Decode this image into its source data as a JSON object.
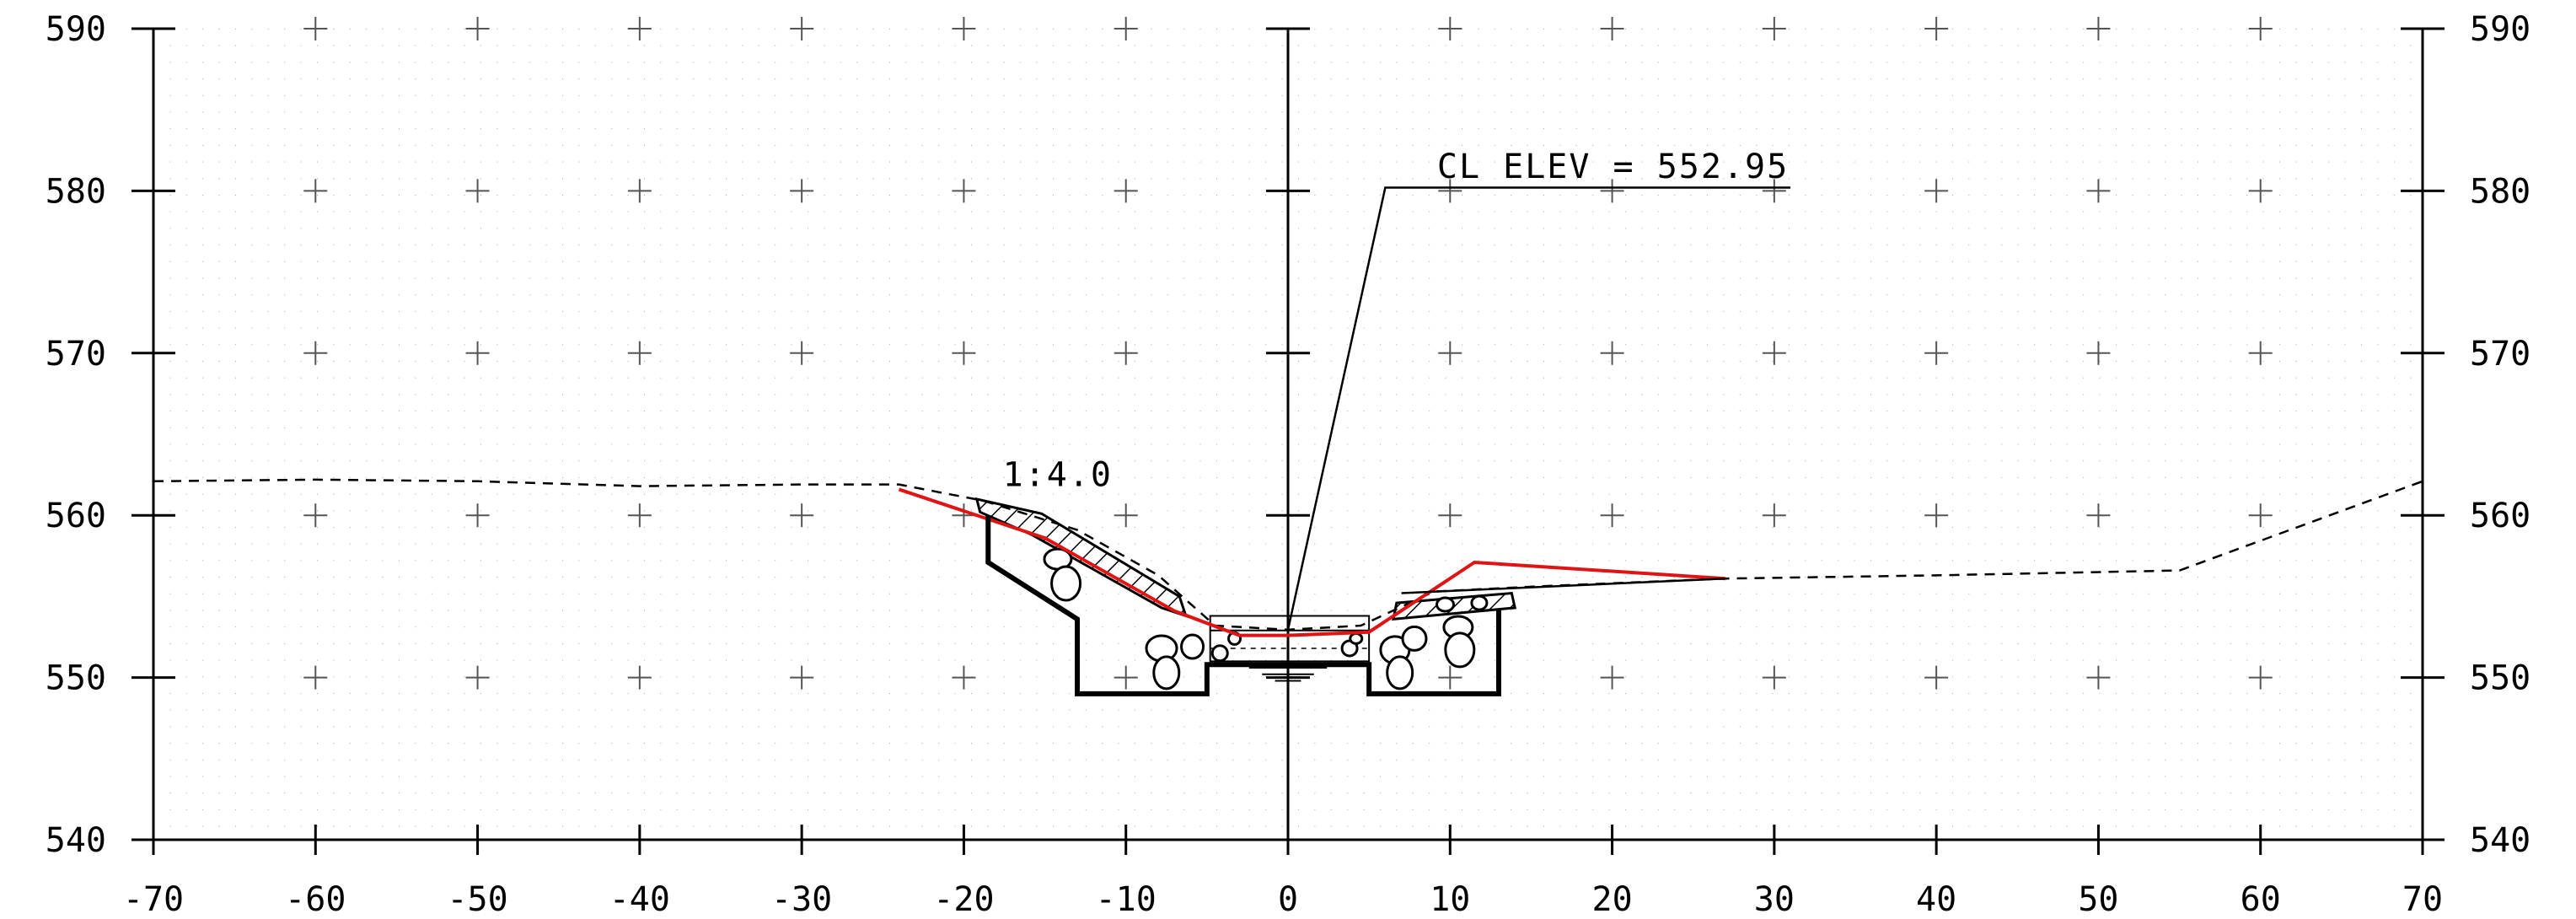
{
  "chart_data": {
    "type": "line",
    "title": "",
    "xlabel": "",
    "ylabel": "",
    "xlim": [
      -70,
      70
    ],
    "ylim": [
      540,
      590
    ],
    "x_ticks": [
      -70,
      -60,
      -50,
      -40,
      -30,
      -20,
      -10,
      0,
      10,
      20,
      30,
      40,
      50,
      60,
      70
    ],
    "x_tick_labels": [
      "-70",
      "-60",
      "-50",
      "-40",
      "-30",
      "-20",
      "-10",
      "0",
      "10",
      "20",
      "30",
      "40",
      "50",
      "60",
      "70"
    ],
    "y_ticks": [
      540,
      550,
      560,
      570,
      580,
      590
    ],
    "y_tick_labels": [
      "540",
      "550",
      "560",
      "570",
      "580",
      "590"
    ],
    "grid": "dotted with cross markers",
    "colors": {
      "proposed": "#e01414",
      "existing": "#000000",
      "structure": "#000000"
    },
    "annotations": [
      {
        "text": "CL ELEV = 552.95",
        "x": 9.2,
        "y": 580.8
      },
      {
        "text": "1:4.0",
        "x": -17.6,
        "y": 561.8
      }
    ],
    "series": [
      {
        "style": "dashed",
        "x": [
          -70,
          -60,
          -50,
          -40,
          -30,
          -24,
          -18.8,
          -13,
          -8,
          -4.5,
          0,
          4.5,
          9,
          15,
          27,
          40,
          55,
          70
        ],
        "y": [
          562.1,
          562.2,
          562.1,
          561.8,
          561.9,
          561.9,
          560.9,
          559.1,
          556.3,
          553.2,
          552.95,
          553.2,
          555.3,
          555.6,
          556.1,
          556.3,
          556.6,
          562.1
        ]
      },
      {
        "style": "solid-red",
        "x": [
          -24,
          -15,
          -7,
          -3,
          0,
          5,
          11.5,
          27
        ],
        "y": [
          561.6,
          558.6,
          554.1,
          552.6,
          552.6,
          552.8,
          557.1,
          556.1
        ]
      },
      {
        "style": "structure",
        "x": [
          -18.5,
          -18.5,
          -13,
          -13,
          -5,
          -5,
          5,
          5,
          13,
          13
        ],
        "y": [
          560,
          557.1,
          553.6,
          549.0,
          549.0,
          550.8,
          550.8,
          549.0,
          549.0,
          554.2
        ]
      },
      {
        "style": "thin-callout",
        "x": [
          0,
          6,
          31
        ],
        "y": [
          552.95,
          580.2,
          580.2
        ]
      },
      {
        "style": "thin-road",
        "x": [
          7,
          27
        ],
        "y": [
          555.2,
          556.1
        ]
      }
    ]
  }
}
